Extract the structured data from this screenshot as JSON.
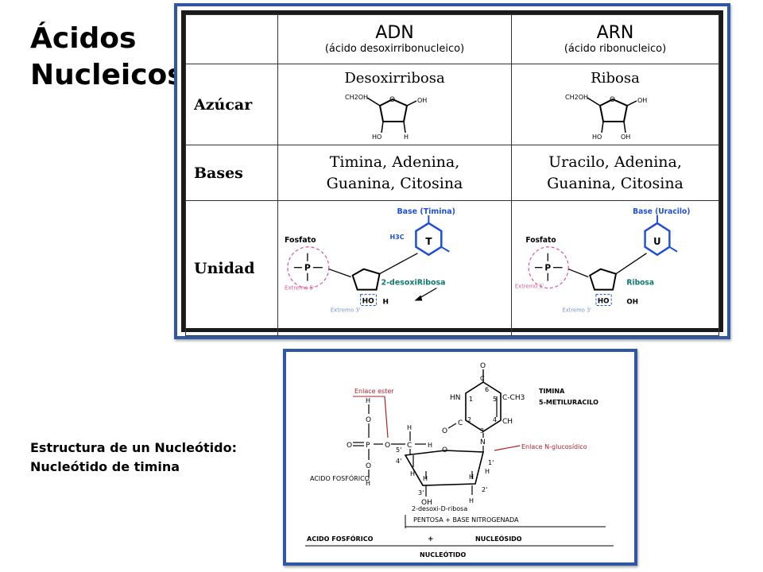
{
  "title": {
    "line1": "Ácidos",
    "line2": "Nucleicos"
  },
  "caption": {
    "line1": "Estructura de un Nucleótido:",
    "line2": "Nucleótido de timina"
  },
  "table": {
    "columns": [
      {
        "name": "ADN",
        "sub": "(ácido desoxirribonucleico)"
      },
      {
        "name": "ARN",
        "sub": "(ácido ribonucleico)"
      }
    ],
    "rows": {
      "azucar": {
        "label": "Azúcar",
        "adn": "Desoxirribosa",
        "arn": "Ribosa"
      },
      "bases": {
        "label": "Bases",
        "adn": [
          "Timina, Adenina,",
          "Guanina, Citosina"
        ],
        "arn": [
          "Uracilo, Adenina,",
          "Guanina, Citosina"
        ]
      },
      "unidad": {
        "label": "Unidad"
      }
    },
    "sugar_labels": {
      "ch2oh": "CH2OH",
      "oh": "OH",
      "ho": "HO",
      "h": "H",
      "oh_bottom": "OH"
    },
    "unit_adn": {
      "base_label": "Base (Timina)",
      "fosfato": "Fosfato",
      "base_letter": "T",
      "h3c": "H3C",
      "sugar_label": "2-desoxiRibosa",
      "extremo5": "Extremo 5'",
      "extremo3": "Extremo 3'",
      "ho": "HO",
      "h": "H"
    },
    "unit_arn": {
      "base_label": "Base (Uracilo)",
      "fosfato": "Fosfato",
      "base_letter": "U",
      "sugar_label": "Ribosa",
      "extremo5": "Extremo 5'",
      "extremo3": "Extremo 3'",
      "ho": "HO",
      "oh": "OH"
    }
  },
  "nucleotide": {
    "enlace_ester": "Enlace ester",
    "enlace_n": "Enlace N-glucosídico",
    "timina": "TIMINA",
    "metiluracilo": "5-METILURACILO",
    "acido_fosforico": "ACIDO FOSFÓRICO",
    "desoxi": "2-desoxi-D-ribosa",
    "pentosa_base": "PENTOSA  +  BASE NITROGENADA",
    "acido_fosforico2": "ACIDO FOSFÓRICO",
    "plus": "+",
    "nucleosido": "NUCLEÓSIDO",
    "nucleotido": "NUCLEÓTIDO",
    "ch3": "C-CH3",
    "hn": "HN",
    "ch": "CH",
    "n": "N",
    "o": "O",
    "c": "C",
    "h": "H",
    "oh": "OH",
    "p": "P",
    "num1": "1",
    "num2": "2",
    "num3": "3",
    "num4": "4",
    "num5": "5",
    "num6": "6",
    "c1p": "1'",
    "c2p": "2'",
    "c3p": "3'",
    "c4p": "4'",
    "c5p": "5'"
  },
  "colors": {
    "panel_border": "#2f57a6",
    "base_blue": "#1d4ed8",
    "pink": "#e05a9a",
    "teal": "#0f7a6e",
    "red": "#b0202a"
  }
}
